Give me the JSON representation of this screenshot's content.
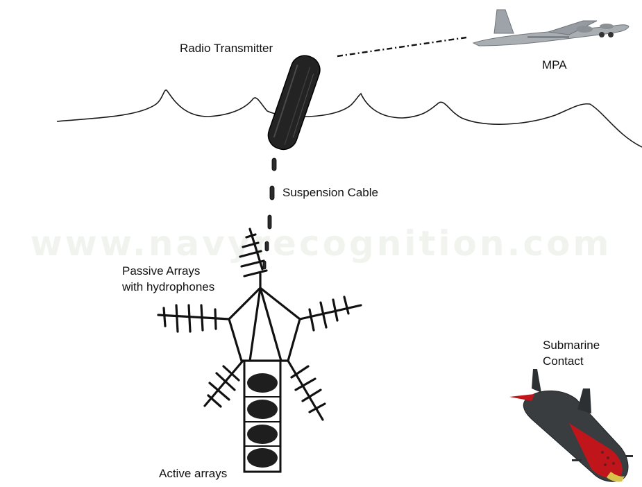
{
  "labels": {
    "radio_transmitter": "Radio Transmitter",
    "mpa": "MPA",
    "suspension_cable": "Suspension Cable",
    "passive_arrays_line1": "Passive Arrays",
    "passive_arrays_line2": "with hydrophones",
    "submarine_line1": "Submarine",
    "submarine_line2": "Contact",
    "active_arrays": "Active arrays"
  },
  "watermark": "www.navyrecognition.com",
  "colors": {
    "ink": "#111111",
    "aircraft": "#a9aeb2",
    "submarine_hull": "#3a3d40",
    "submarine_accent": "#c0161b",
    "watermark": "#f1f4ee"
  }
}
